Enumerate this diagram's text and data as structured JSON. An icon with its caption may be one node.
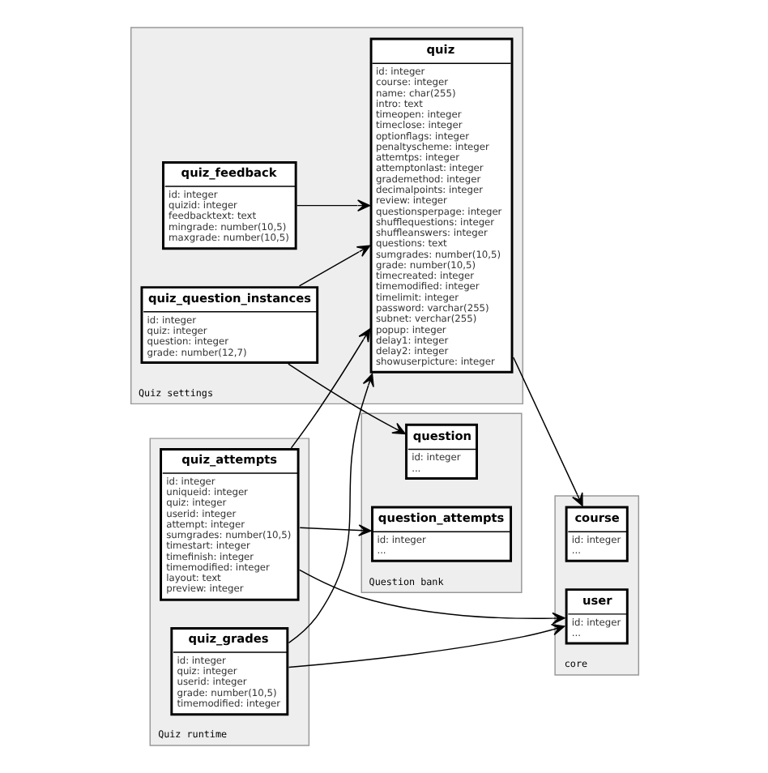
{
  "diagram": {
    "nodes": [
      {
        "text": [
          "Question bank"
        ]
      },
      {
        "text": [
          "question",
          "id: integer",
          "..."
        ],
        "in": 0
      },
      {
        "text": [
          "question_attempts",
          "id: integer",
          "..."
        ],
        "in": 0
      },
      {
        "text": [
          "Quiz settings"
        ]
      },
      {
        "text": [
          "quiz_feedback",
          "id: integer",
          "quizid: integer",
          "feedbacktext: text",
          "mingrade: number(10,5)",
          "maxgrade: number(10,5)"
        ],
        "in": 3
      },
      {
        "text": [
          "quiz",
          "id: integer",
          "course: integer",
          "name: char(255)",
          "intro: text",
          "timeopen: integer",
          "timeclose: integer",
          "optionflags: integer",
          "penaltyscheme: integer",
          "attemtps: integer",
          "attemptonlast: integer",
          "grademethod: integer",
          "decimalpoints: integer",
          "review: integer",
          "questionsperpage: integer",
          "shufflequestions: integer",
          "shuffleanswers: integer",
          "questions: text",
          "sumgrades: number(10,5)",
          "grade: number(10,5)",
          "timecreated: integer",
          "timemodified: integer",
          "timelimit: integer",
          "password: varchar(255)",
          "subnet: verchar(255)",
          "popup: integer",
          "delay1: integer",
          "delay2: integer",
          "showuserpicture: integer"
        ],
        "in": 3
      },
      {
        "text": [
          "quiz_question_instances",
          "id: integer",
          "quiz: integer",
          "question: integer",
          "grade: number(12,7)"
        ],
        "in": 3
      },
      {
        "text": [
          "Quiz runtime"
        ]
      },
      {
        "text": [
          "quiz_attempts",
          "id: integer",
          "uniqueid: integer",
          "quiz: integer",
          "userid: integer",
          "attempt: integer",
          "sumgrades: number(10,5)",
          "timestart: integer",
          "timefinish: integer",
          "timemodified: integer",
          "layout: text",
          "preview: integer"
        ],
        "in": 7
      },
      {
        "text": [
          "quiz_grades",
          "id: integer",
          "quiz: integer",
          "userid: integer",
          "grade: number(10,5)",
          "timemodified: integer"
        ],
        "in": 7
      },
      {
        "text": [
          "core"
        ]
      },
      {
        "text": [
          "course",
          "id: integer",
          "..."
        ],
        "in": 10
      },
      {
        "text": [
          "user",
          "id: integer",
          "..."
        ],
        "in": 10
      }
    ],
    "edges": [
      {
        "from": 4,
        "to": 5,
        "arrow": "to"
      },
      {
        "from": 6,
        "to": 5,
        "arrow": "to"
      },
      {
        "from": 8,
        "to": 5,
        "arrow": "to"
      },
      {
        "from": 9,
        "to": 5,
        "arrow": "to"
      },
      {
        "from": 5,
        "to": 11,
        "arrow": "to"
      },
      {
        "from": 6,
        "to": 1,
        "arrow": "to"
      },
      {
        "from": 8,
        "to": 2,
        "arrow": "to"
      },
      {
        "from": 8,
        "to": 12,
        "arrow": "to"
      },
      {
        "from": 9,
        "to": 12,
        "arrow": "to"
      }
    ]
  }
}
